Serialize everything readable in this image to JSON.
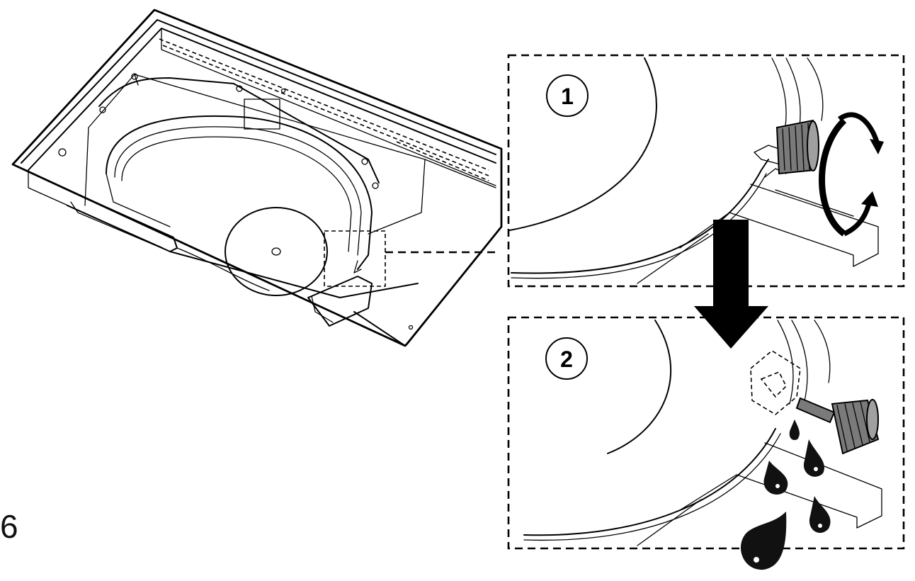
{
  "figure": {
    "label": "6",
    "steps": [
      {
        "number": "1"
      },
      {
        "number": "2"
      }
    ]
  },
  "colors": {
    "ink": "#000000",
    "background": "#ffffff",
    "knob": "#7a7a7a",
    "drop": "#111111"
  },
  "icons": [
    "rotate-arrow-icon",
    "down-arrow-icon",
    "water-drop-icon"
  ]
}
